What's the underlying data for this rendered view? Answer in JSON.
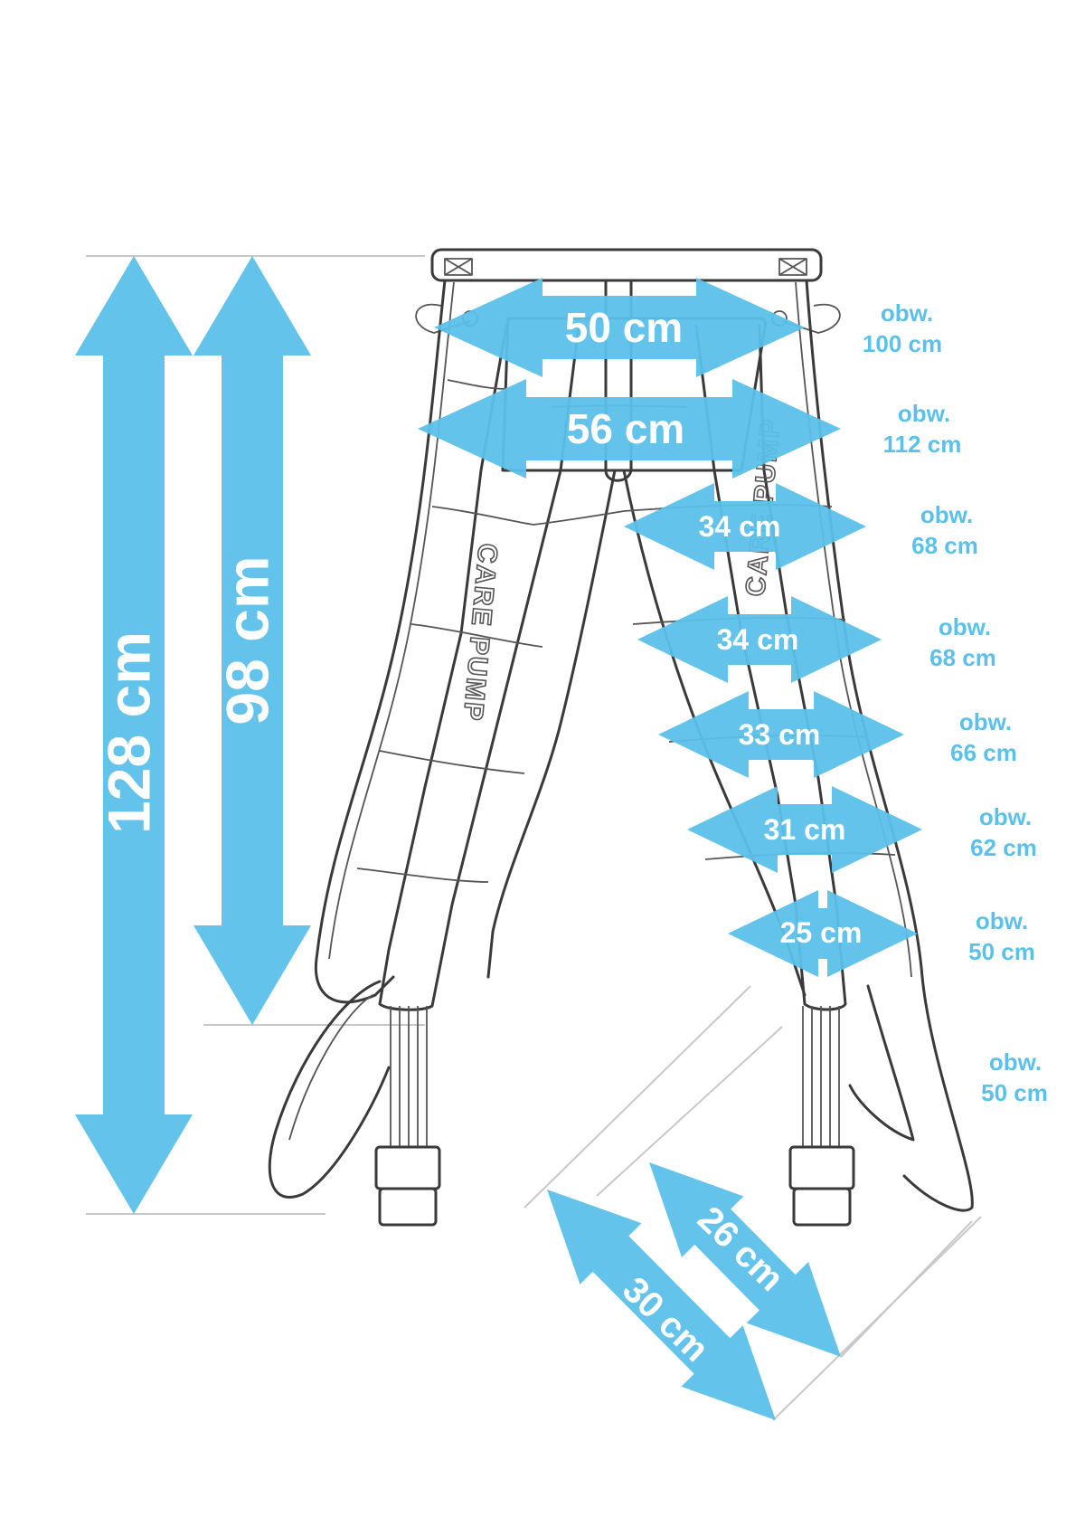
{
  "brand_logo": "CARE PUMP",
  "colors": {
    "accent": "#5bc0ea",
    "outline": "#3a3a3a",
    "background": "#ffffff",
    "guide": "#c8c8c8"
  },
  "vertical": {
    "total_length": "128 cm",
    "inner_length": "98 cm"
  },
  "widths": [
    {
      "label": "50 cm",
      "circ_line1": "obw.",
      "circ_line2": "100 cm"
    },
    {
      "label": "56 cm",
      "circ_line1": "obw.",
      "circ_line2": "112 cm"
    },
    {
      "label": "34 cm",
      "circ_line1": "obw.",
      "circ_line2": "68 cm"
    },
    {
      "label": "34 cm",
      "circ_line1": "obw.",
      "circ_line2": "68 cm"
    },
    {
      "label": "33 cm",
      "circ_line1": "obw.",
      "circ_line2": "66 cm"
    },
    {
      "label": "31 cm",
      "circ_line1": "obw.",
      "circ_line2": "62 cm"
    },
    {
      "label": "25 cm",
      "circ_line1": "obw.",
      "circ_line2": "50 cm"
    }
  ],
  "foot": {
    "circ_line1": "obw.",
    "circ_line2": "50 cm",
    "diag_inner": "26 cm",
    "diag_outer": "30 cm"
  }
}
